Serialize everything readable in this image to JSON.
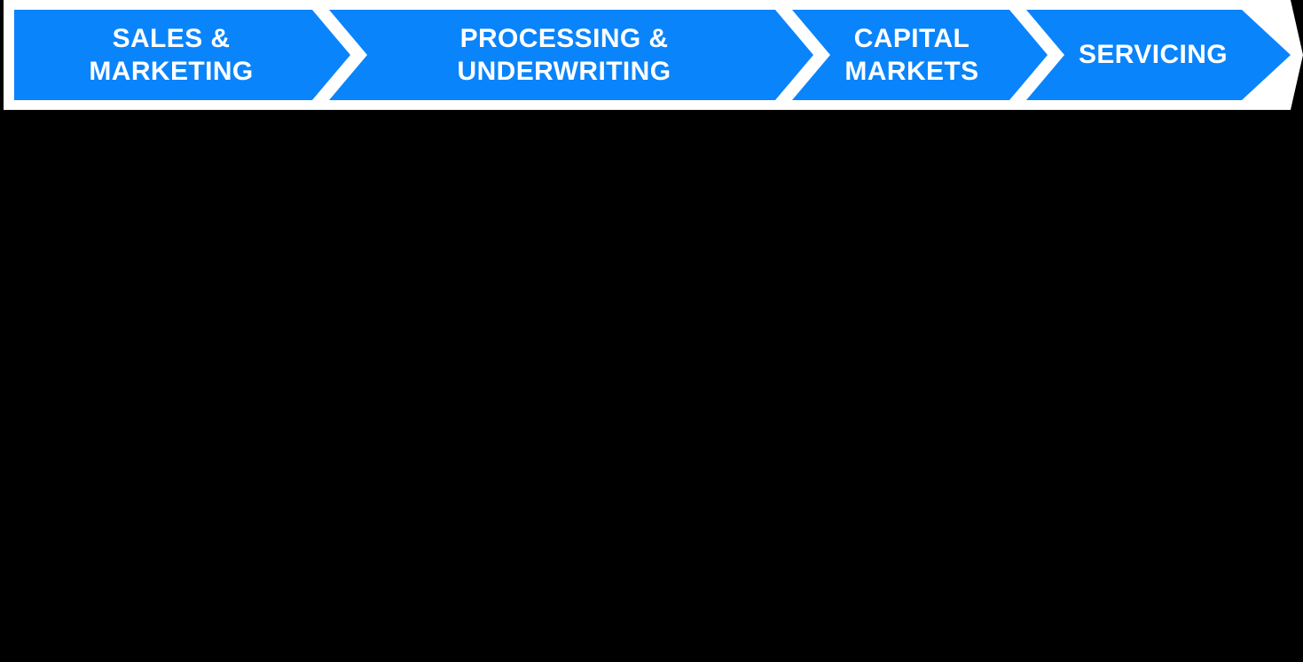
{
  "banner": {
    "name": "mortgage-lifecycle-process-banner",
    "shape": "right-pointing-arrow",
    "accent_color": "#0A84FB",
    "outline_color": "#FFFFFF",
    "background_color": "#000000",
    "text_color": "#FFFFFF",
    "separator_icon": "chevron-right-icon",
    "separator_count": 3,
    "stages": [
      {
        "index": 1,
        "id": "sales-marketing",
        "label": "SALES &\nMARKETING",
        "line_1": "SALES &",
        "line_2": "MARKETING"
      },
      {
        "index": 2,
        "id": "processing-underwriting",
        "label": "PROCESSING &\nUNDERWRITING",
        "line_1": "PROCESSING &",
        "line_2": "UNDERWRITING"
      },
      {
        "index": 3,
        "id": "capital-markets",
        "label": "CAPITAL\nMARKETS",
        "line_1": "CAPITAL",
        "line_2": "MARKETS"
      },
      {
        "index": 4,
        "id": "servicing",
        "label": "SERVICING",
        "line_1": "SERVICING",
        "line_2": ""
      }
    ]
  },
  "content_area": {
    "text": "",
    "background_color": "#000000"
  }
}
